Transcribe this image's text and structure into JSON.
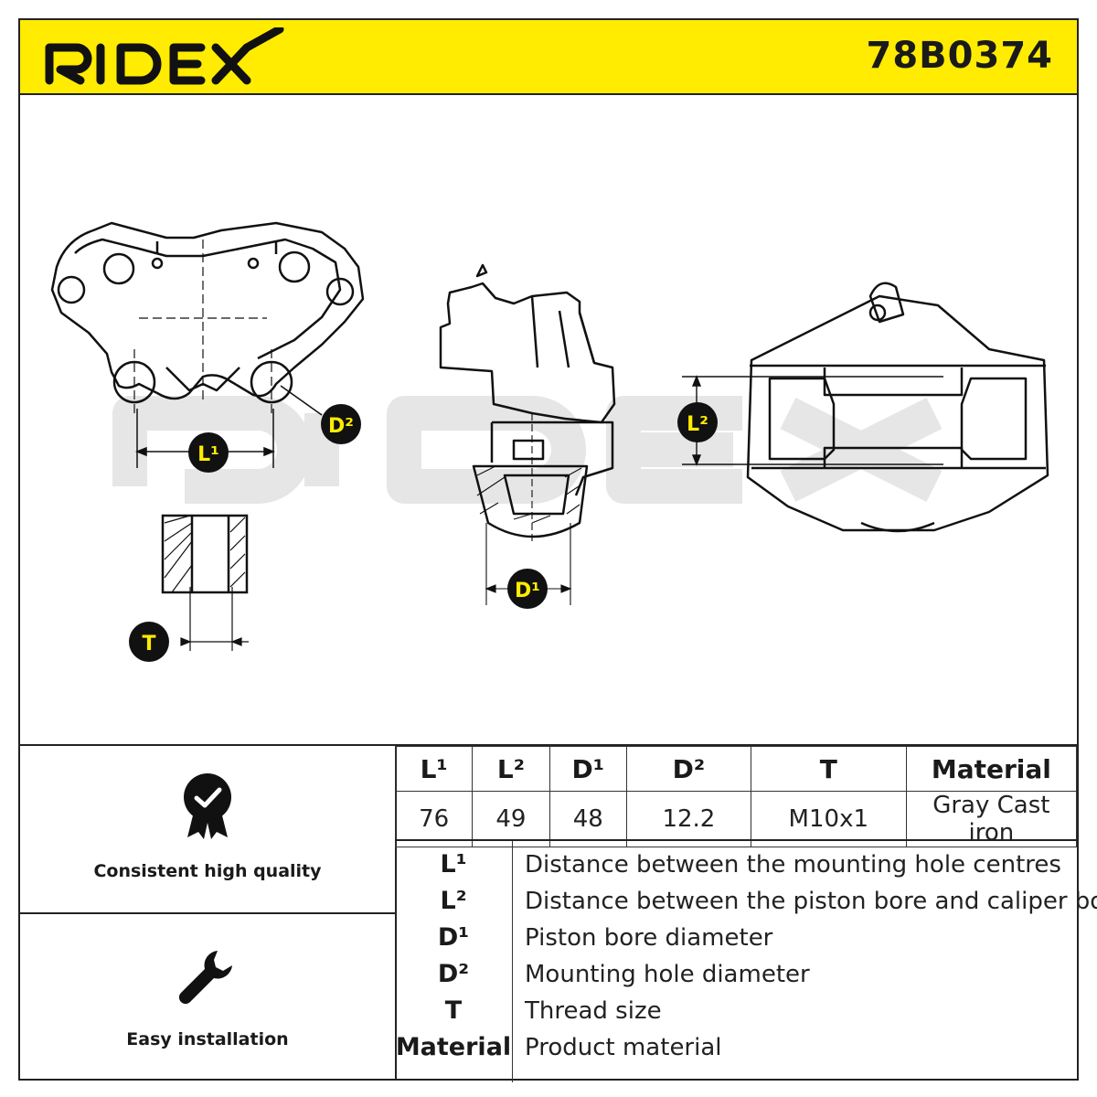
{
  "header": {
    "brand": "RIDEX",
    "part_number": "78B0374"
  },
  "colors": {
    "accent_yellow": "#ffec00",
    "line": "#1a1a1a",
    "watermark": "#e6e6e6"
  },
  "drawing": {
    "labels": {
      "l1": "L¹",
      "l2": "L²",
      "d1": "D¹",
      "d2": "D²",
      "t": "T"
    }
  },
  "features": [
    {
      "icon": "quality-badge-icon",
      "label": "Consistent high quality"
    },
    {
      "icon": "wrench-icon",
      "label": "Easy installation"
    }
  ],
  "spec_table": {
    "headers": [
      "L¹",
      "L²",
      "D¹",
      "D²",
      "T",
      "Material"
    ],
    "values": [
      "76",
      "49",
      "48",
      "12.2",
      "M10x1",
      "Gray Cast iron"
    ]
  },
  "legend": [
    {
      "symbol": "L¹",
      "description": "Distance between the mounting hole centres"
    },
    {
      "symbol": "L²",
      "description": "Distance between the piston bore and caliper body"
    },
    {
      "symbol": "D¹",
      "description": "Piston bore diameter"
    },
    {
      "symbol": "D²",
      "description": "Mounting hole diameter"
    },
    {
      "symbol": "T",
      "description": "Thread size"
    },
    {
      "symbol": "Material",
      "description": "Product material"
    }
  ]
}
